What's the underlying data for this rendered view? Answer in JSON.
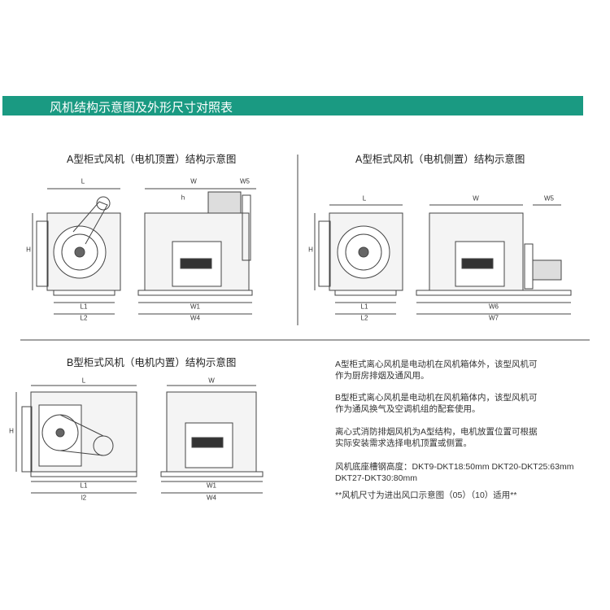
{
  "banner": {
    "title": "风机结构示意图及外形尺寸对照表",
    "color": "#1a9a82"
  },
  "diagram_a_top": {
    "title": "A型柜式风机（电机顶置）结构示意图",
    "labels": {
      "L": "L",
      "W": "W",
      "W5": "W5",
      "H": "H",
      "h": "h",
      "L1": "L1",
      "L2": "L2",
      "W1": "W1",
      "W4": "W4"
    }
  },
  "diagram_a_side": {
    "title": "A型柜式风机（电机侧置）结构示意图",
    "labels": {
      "L": "L",
      "W": "W",
      "W5": "W5",
      "H": "H",
      "L1": "L1",
      "L2": "L2",
      "W6": "W6",
      "W7": "W7"
    }
  },
  "diagram_b": {
    "title": "B型柜式风机（电机内置）结构示意图",
    "labels": {
      "L": "L",
      "W": "W",
      "H": "H",
      "L1": "L1",
      "l2": "l2",
      "W1": "W1",
      "W4": "W4"
    }
  },
  "notes": [
    "A型柜式离心风机是电动机在风机箱体外，该型风机可作为厨房排烟及通风用。",
    "B型柜式离心风机是电动机在风机箱体内，该型风机可作为通风换气及空调机组的配套使用。",
    "离心式消防排烟风机为A型结构，电机放置位置可根据实际安装需求选择电机顶置或侧置。",
    "风机底座槽钢高度：DKT9-DKT18:50mm DKT20-DKT25:63mm  DKT27-DKT30:80mm",
    "**风机尺寸为进出风口示意图（05）（10）适用**"
  ]
}
